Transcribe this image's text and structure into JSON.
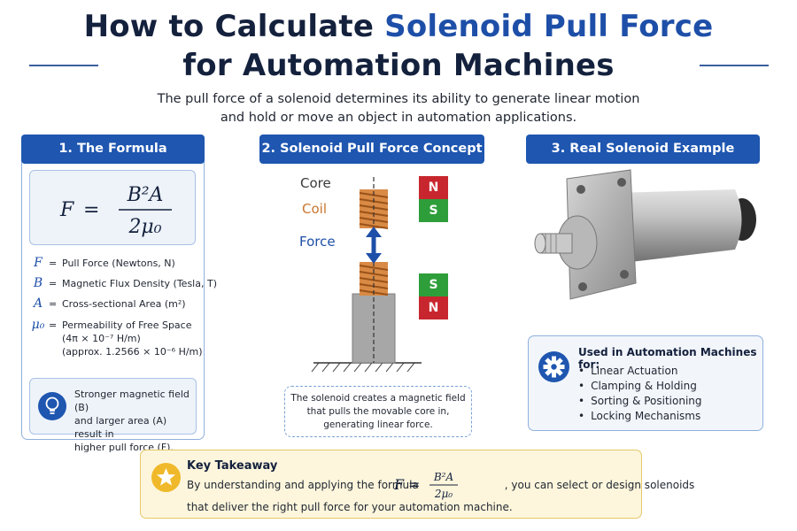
{
  "header": {
    "title_part1": "How to Calculate",
    "title_accent": "Solenoid Pull Force",
    "title_line2": "for Automation Machines",
    "subtitle_line1": "The pull force of a solenoid determines its ability to generate linear motion",
    "subtitle_line2": "and hold or move an object in automation applications."
  },
  "panel_formula": {
    "heading": "1. The Formula",
    "formula": {
      "lhs": "F",
      "equals": "=",
      "numerator": "B²A",
      "denominator": "2μ₀"
    },
    "definitions": [
      {
        "symbol": "F",
        "text": "Pull Force (Newtons, N)"
      },
      {
        "symbol": "B",
        "text": "Magnetic Flux Density (Tesla, T)"
      },
      {
        "symbol": "A",
        "text": "Cross-sectional Area (m²)"
      },
      {
        "symbol": "μ₀",
        "text": "Permeability of Free Space",
        "text2": "(4π × 10⁻⁷ H/m)",
        "text3": "(approx. 1.2566 × 10⁻⁶ H/m)"
      }
    ],
    "eq_sign": "=",
    "note_line1": "Stronger magnetic field (B)",
    "note_line2": "and larger area (A) result in",
    "note_line3": "higher pull force (F)."
  },
  "panel_concept": {
    "heading": "2. Solenoid Pull Force Concept",
    "label_core": "Core",
    "label_coil": "Coil",
    "label_force": "Force",
    "upper_poles": [
      "N",
      "S"
    ],
    "lower_poles": [
      "S",
      "N"
    ],
    "caption_line1": "The solenoid creates a magnetic field",
    "caption_line2": "that pulls the movable core in,",
    "caption_line3": "generating linear force."
  },
  "panel_example": {
    "heading": "3. Real Solenoid Example",
    "uses_title": "Used in Automation Machines for:",
    "uses": [
      "Linear Actuation",
      "Clamping & Holding",
      "Sorting & Positioning",
      "Locking Mechanisms"
    ]
  },
  "takeaway": {
    "title": "Key Takeaway",
    "line1": "By understanding and applying the formula",
    "line1_after": ", you can select or design solenoids",
    "line2": "that deliver the right pull force for your automation machine."
  },
  "colors": {
    "navy": "#14213d",
    "accent_blue": "#1e4fa8",
    "header_blue": "#1e56b0",
    "pole_north": "#c8262e",
    "pole_south": "#2e9e3a",
    "coil_copper": "#c9762f",
    "takeaway_bg": "#fdf6dc"
  },
  "icons": [
    "lightbulb-icon",
    "gear-icon",
    "star-icon",
    "double-arrow-icon"
  ]
}
